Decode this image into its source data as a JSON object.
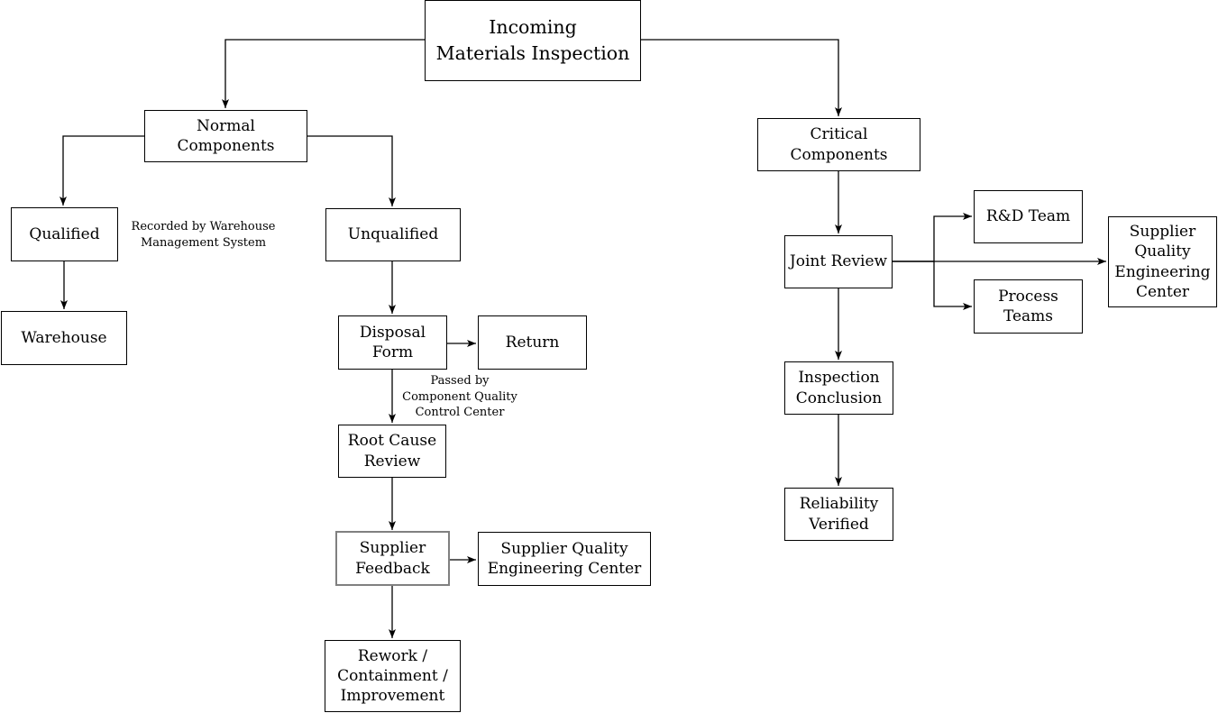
{
  "nodes": {
    "incoming": {
      "label": "Incoming\nMaterials Inspection"
    },
    "normal": {
      "label": "Normal Components"
    },
    "critical": {
      "label": "Critical Components"
    },
    "qualified": {
      "label": "Qualified"
    },
    "unqualified": {
      "label": "Unqualified"
    },
    "warehouse": {
      "label": "Warehouse"
    },
    "disposal_form": {
      "label": "Disposal\nForm"
    },
    "return": {
      "label": "Return"
    },
    "root_cause": {
      "label": "Root Cause\nReview"
    },
    "supplier_feedback": {
      "label": "Supplier\nFeedback"
    },
    "sqec_left": {
      "label": "Supplier Quality\nEngineering Center"
    },
    "rework": {
      "label": "Rework /\nContainment /\nImprovement"
    },
    "joint_review": {
      "label": "Joint Review"
    },
    "rd_team": {
      "label": "R&D Team"
    },
    "process_teams": {
      "label": "Process\nTeams"
    },
    "sqec_right": {
      "label": "Supplier\nQuality\nEngineering\nCenter"
    },
    "inspection_conclusion": {
      "label": "Inspection\nConclusion"
    },
    "reliability_verified": {
      "label": "Reliability\nVerified"
    }
  },
  "annotations": {
    "recorded_by": "Recorded by Warehouse\nManagement System",
    "passed_by": "Passed by\nComponent Quality\nControl Center"
  },
  "edges": [
    {
      "from": "Incoming Materials Inspection",
      "to": "Normal Components"
    },
    {
      "from": "Incoming Materials Inspection",
      "to": "Critical Components"
    },
    {
      "from": "Normal Components",
      "to": "Qualified"
    },
    {
      "from": "Normal Components",
      "to": "Unqualified"
    },
    {
      "from": "Qualified",
      "to": "Warehouse",
      "note": "Recorded by Warehouse Management System"
    },
    {
      "from": "Unqualified",
      "to": "Disposal Form"
    },
    {
      "from": "Disposal Form",
      "to": "Return"
    },
    {
      "from": "Disposal Form",
      "to": "Root Cause Review",
      "note": "Passed by Component Quality Control Center"
    },
    {
      "from": "Root Cause Review",
      "to": "Supplier Feedback"
    },
    {
      "from": "Supplier Feedback",
      "to": "Supplier Quality Engineering Center"
    },
    {
      "from": "Supplier Feedback",
      "to": "Rework / Containment / Improvement"
    },
    {
      "from": "Critical Components",
      "to": "Joint Review"
    },
    {
      "from": "Joint Review",
      "to": "R&D Team"
    },
    {
      "from": "Joint Review",
      "to": "Supplier Quality Engineering Center"
    },
    {
      "from": "Joint Review",
      "to": "Process Teams"
    },
    {
      "from": "Joint Review",
      "to": "Inspection Conclusion"
    },
    {
      "from": "Inspection Conclusion",
      "to": "Reliability Verified"
    }
  ],
  "colors": {
    "background": "#ffffff",
    "line": "#000000",
    "box_border": "#000000",
    "supplier_feedback_border": "#808080",
    "text": "#000000"
  }
}
